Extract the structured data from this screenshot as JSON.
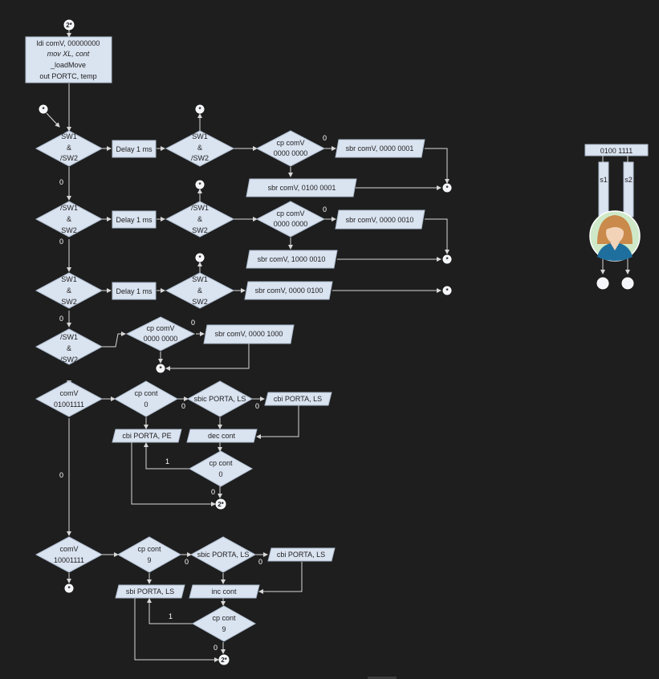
{
  "start_block": {
    "line1": "ldi comV, 00000000",
    "line2": "mov XL, cont",
    "line3": "_loadMove",
    "line4": "out PORTC, temp"
  },
  "connectors": {
    "top": "2*",
    "star": "*",
    "end": "2*"
  },
  "row1": {
    "cond": [
      "SW1",
      "&",
      "/SW2"
    ],
    "delay": "Delay 1 ms",
    "cond2": [
      "SW1",
      "&",
      "/SW2"
    ],
    "cp": [
      "cp comV",
      "0000 0000"
    ],
    "sbr_a": "sbr comV, 0000 0001",
    "sbr_b": "sbr comV, 0100 0001"
  },
  "row2": {
    "cond": [
      "/SW1",
      "&",
      "SW2"
    ],
    "delay": "Delay 1 ms",
    "cond2": [
      "/SW1",
      "&",
      "SW2"
    ],
    "cp": [
      "cp comV",
      "0000 0000"
    ],
    "sbr_a": "sbr comV, 0000 0010",
    "sbr_b": "sbr comV, 1000 0010"
  },
  "row3": {
    "cond": [
      "SW1",
      "&",
      "SW2"
    ],
    "delay": "Delay 1 ms",
    "cond2": [
      "SW1",
      "&",
      "SW2"
    ],
    "sbr": "sbr comV, 0000 0100"
  },
  "row4": {
    "cond": [
      "/SW1",
      "&",
      "/SW2"
    ],
    "cp": [
      "cp comV",
      "0000 0000"
    ],
    "sbr": "sbr comV, 0000 1000"
  },
  "row5": {
    "cond": [
      "comV",
      "01001111"
    ],
    "cp_cont": [
      "cp cont",
      "0"
    ],
    "sbic": "sbic PORTA, LS",
    "cbi_ls": "cbi PORTA, LS",
    "cbi_pe": "cbi PORTA, PE",
    "dec": "dec cont",
    "cp_cont2": [
      "cp cont",
      "0"
    ]
  },
  "row6": {
    "cond": [
      "comV",
      "10001111"
    ],
    "cp_cont": [
      "cp cont",
      "9"
    ],
    "sbic": "sbic PORTA, LS",
    "cbi_ls": "cbi PORTA, LS",
    "sbi_ls": "sbi PORTA, LS",
    "inc": "inc cont",
    "cp_cont2": [
      "cp cont",
      "9"
    ]
  },
  "edge_labels": {
    "zero": "0",
    "one": "1"
  },
  "side_panel": {
    "value": "0100 1111",
    "s1": "s1",
    "s2": "s2"
  },
  "colors": {
    "background": "#1e1e1e",
    "shape_fill": "#dae3f0",
    "line": "#d8d8d8",
    "avatar_bg": "#cfe9c8",
    "hair": "#c98a4b"
  }
}
